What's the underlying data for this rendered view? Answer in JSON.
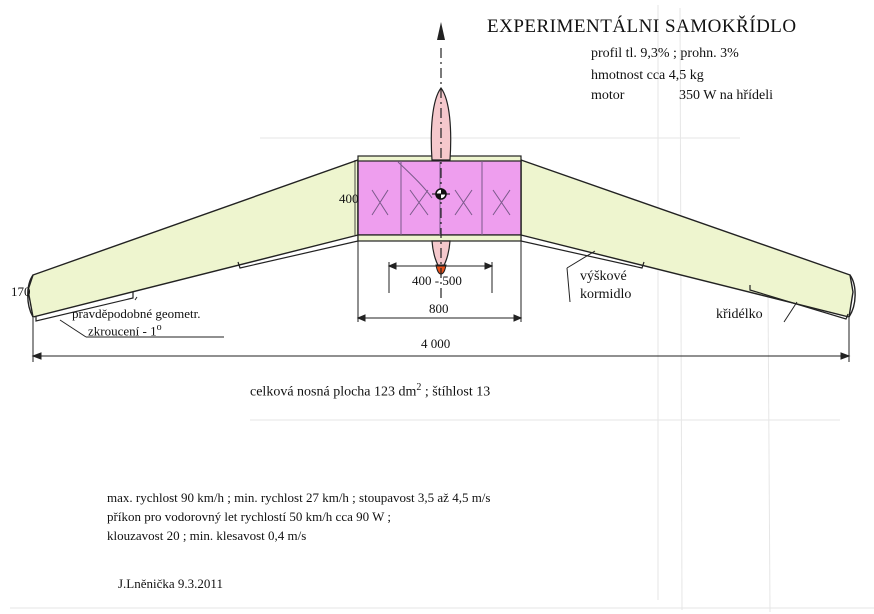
{
  "title": "EXPERIMENTÁLNI SAMOKŘÍDLO",
  "specs": {
    "profile": "profil tl. 9,3% ; prohn. 3%",
    "mass": "hmotnost  cca 4,5 kg",
    "motor_label": "motor",
    "motor_value": "350 W na hřídeli"
  },
  "dimensions": {
    "chord_root": "400",
    "chord_tip": "170",
    "prop_range": "400 - 500",
    "center_width": "800",
    "span": "4 000"
  },
  "labels": {
    "elevator_1": "výškové",
    "elevator_2": "kormidlo",
    "aileron": "křidélko",
    "twist_1": "pravděpodobné geometr.",
    "twist_2": "zkroucení - 1",
    "twist_sup": "o"
  },
  "area": {
    "text": "celková nosná plocha  123 dm",
    "sup": "2",
    "suffix": " ;  štíhlost  13"
  },
  "performance": {
    "line1": "max. rychlost   90 km/h ; min. rychlost  27 km/h ; stoupavost 3,5 až 4,5 m/s",
    "line2": "příkon pro vodorovný let rychlostí 50 km/h cca 90 W ;",
    "line3": "klouzavost    20 ; min. klesavost   0,4 m/s"
  },
  "signature": "J.Lněnička  9.3.2011",
  "colors": {
    "wing_fill": "#eef5cf",
    "center_fill": "#ee9eee",
    "nose_fill": "#f5c8cc",
    "prop_fill": "#e8501a",
    "line": "#222222"
  }
}
